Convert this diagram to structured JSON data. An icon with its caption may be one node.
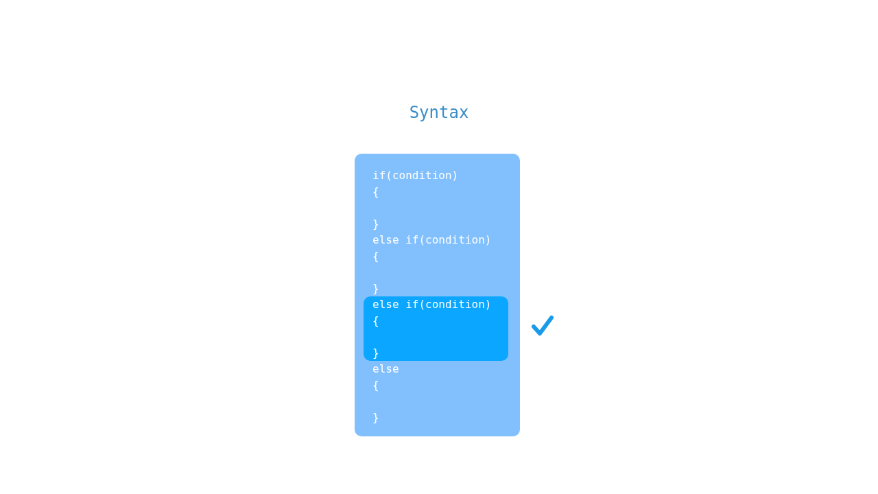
{
  "diagram": {
    "title": "Syntax",
    "nodes": [
      {
        "text": [
          "if(condition)",
          "{",
          "}",
          "else if(condition)",
          "{",
          "}",
          "else",
          "{",
          "}"
        ]
      },
      {
        "text": [
          "else if(condition)",
          "{",
          "}"
        ],
        "in": 0
      }
    ]
  }
}
